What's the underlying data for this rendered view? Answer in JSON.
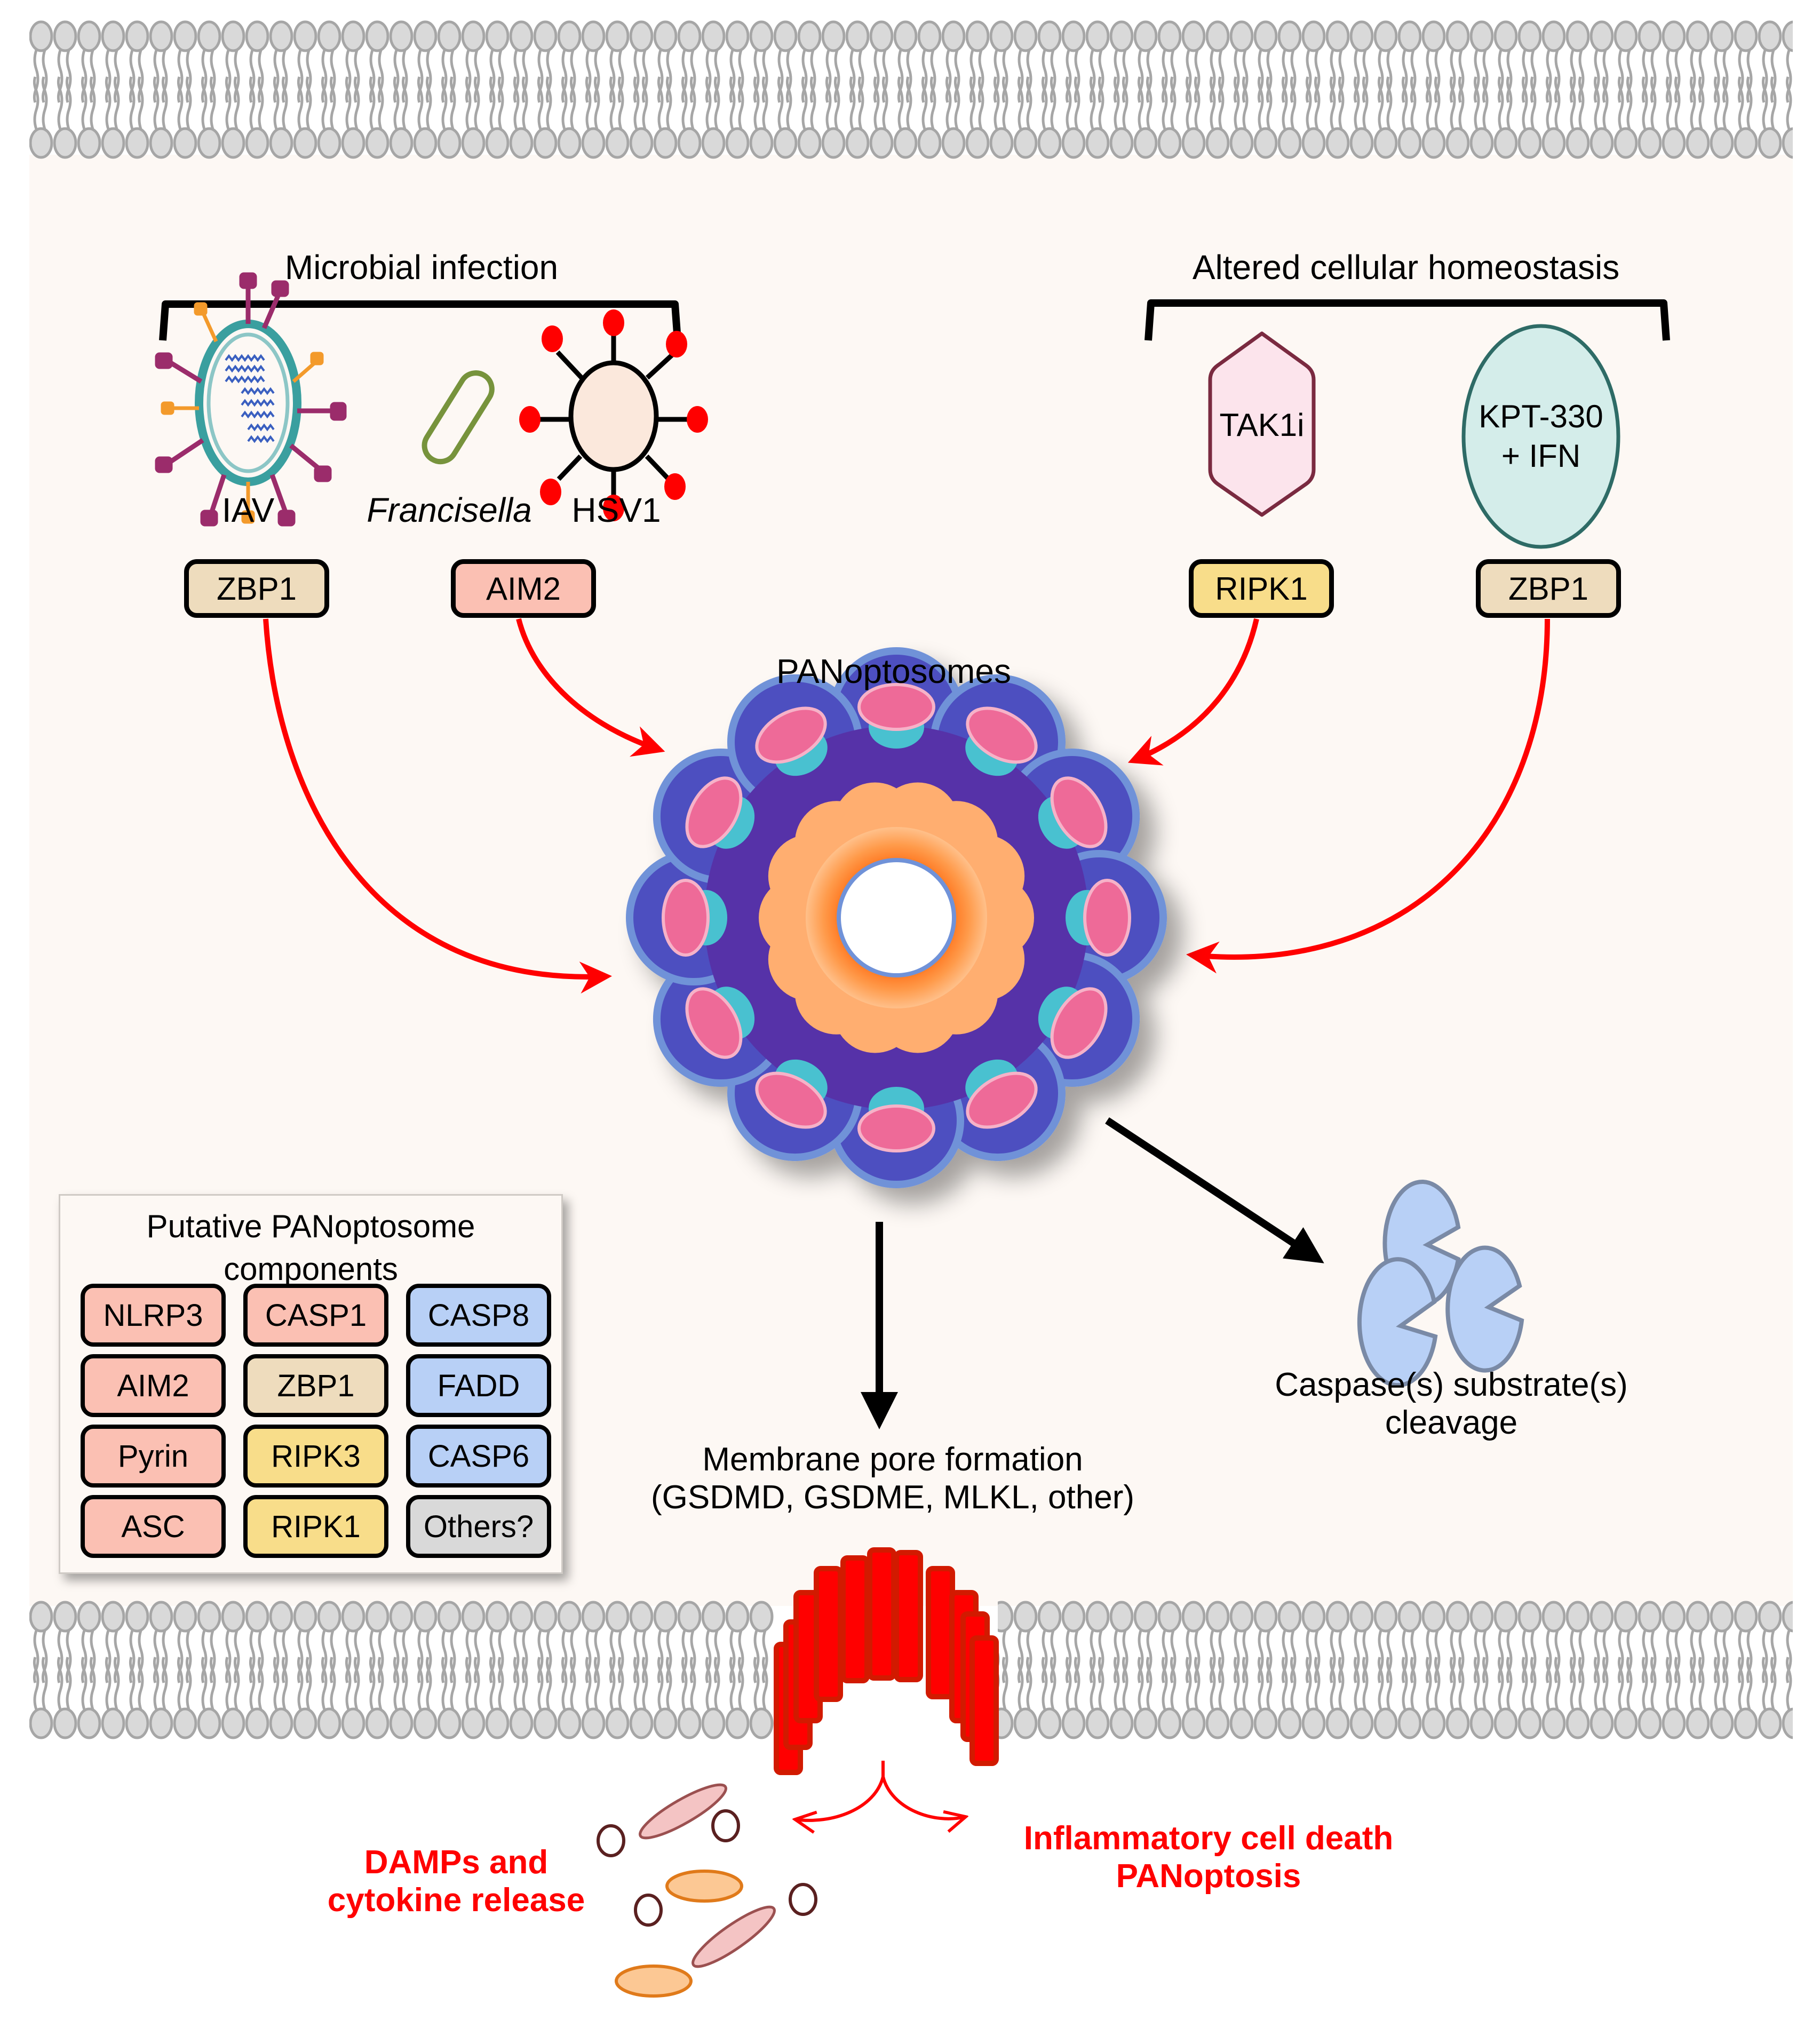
{
  "figure": {
    "title": "PANoptosome activation and PANoptosis",
    "colors": {
      "cytoplasm": "#fdf8f4",
      "lipid_head_fill": "#d9d9d9",
      "lipid_stroke": "#a6a6a6",
      "arrow_red": "#ff0000",
      "arrow_black": "#000000",
      "zbp1_fill": "#eedcbd",
      "aim2_fill": "#fbc0b3",
      "ripk_fill": "#f8dd8a",
      "casp8_fill": "#b8d0f6",
      "others_fill": "#d9d9d9",
      "pore_red": "#ff0000",
      "pore_edge": "#d21a00"
    }
  },
  "triggers": {
    "microbial": {
      "title": "Microbial infection",
      "pathogens": [
        {
          "name": "IAV",
          "icon": "influenza-virus-icon",
          "italic": false
        },
        {
          "name": "Francisella",
          "icon": "bacterium-rod-icon",
          "italic": true
        },
        {
          "name": "HSV1",
          "icon": "herpes-virus-icon",
          "italic": false
        }
      ],
      "sensors": [
        {
          "label": "ZBP1",
          "color": "#eedcbd"
        },
        {
          "label": "AIM2",
          "color": "#fbc0b3"
        }
      ]
    },
    "homeostasis": {
      "title": "Altered cellular homeostasis",
      "stimuli": [
        {
          "label": "TAK1i",
          "shape": "hexagon",
          "fill": "#fce4ec",
          "stroke": "#7a2a40"
        },
        {
          "label_line1": "KPT-330",
          "label_line2": "+ IFN",
          "shape": "ellipse",
          "fill": "#d4edea",
          "stroke": "#2e6b66"
        }
      ],
      "sensors": [
        {
          "label": "RIPK1",
          "color": "#f8dd8a"
        },
        {
          "label": "ZBP1",
          "color": "#eedcbd"
        }
      ]
    }
  },
  "complex": {
    "label": "PANoptosomes",
    "icon": "panoptosome-complex-icon"
  },
  "legend": {
    "title_line1": "Putative PANoptosome",
    "title_line2": "components",
    "items": [
      {
        "label": "NLRP3",
        "color": "#fbc0b3"
      },
      {
        "label": "CASP1",
        "color": "#fbc0b3"
      },
      {
        "label": "CASP8",
        "color": "#b8d0f6"
      },
      {
        "label": "AIM2",
        "color": "#fbc0b3"
      },
      {
        "label": "ZBP1",
        "color": "#eedcbd"
      },
      {
        "label": "FADD",
        "color": "#b8d0f6"
      },
      {
        "label": "Pyrin",
        "color": "#fbc0b3"
      },
      {
        "label": "RIPK3",
        "color": "#f8dd8a"
      },
      {
        "label": "CASP6",
        "color": "#b8d0f6"
      },
      {
        "label": "ASC",
        "color": "#fbc0b3"
      },
      {
        "label": "RIPK1",
        "color": "#f8dd8a"
      },
      {
        "label": "Others?",
        "color": "#d9d9d9"
      }
    ]
  },
  "outcomes": {
    "pore": {
      "line1": "Membrane pore formation",
      "line2": "(GSDMD, GSDME, MLKL, other)"
    },
    "caspase": {
      "line1": "Caspase(s) substrate(s)",
      "line2": "cleavage"
    },
    "damps": {
      "line1": "DAMPs and",
      "line2": "cytokine release"
    },
    "death": {
      "line1": "Inflammatory cell death",
      "line2": "PANoptosis"
    }
  }
}
